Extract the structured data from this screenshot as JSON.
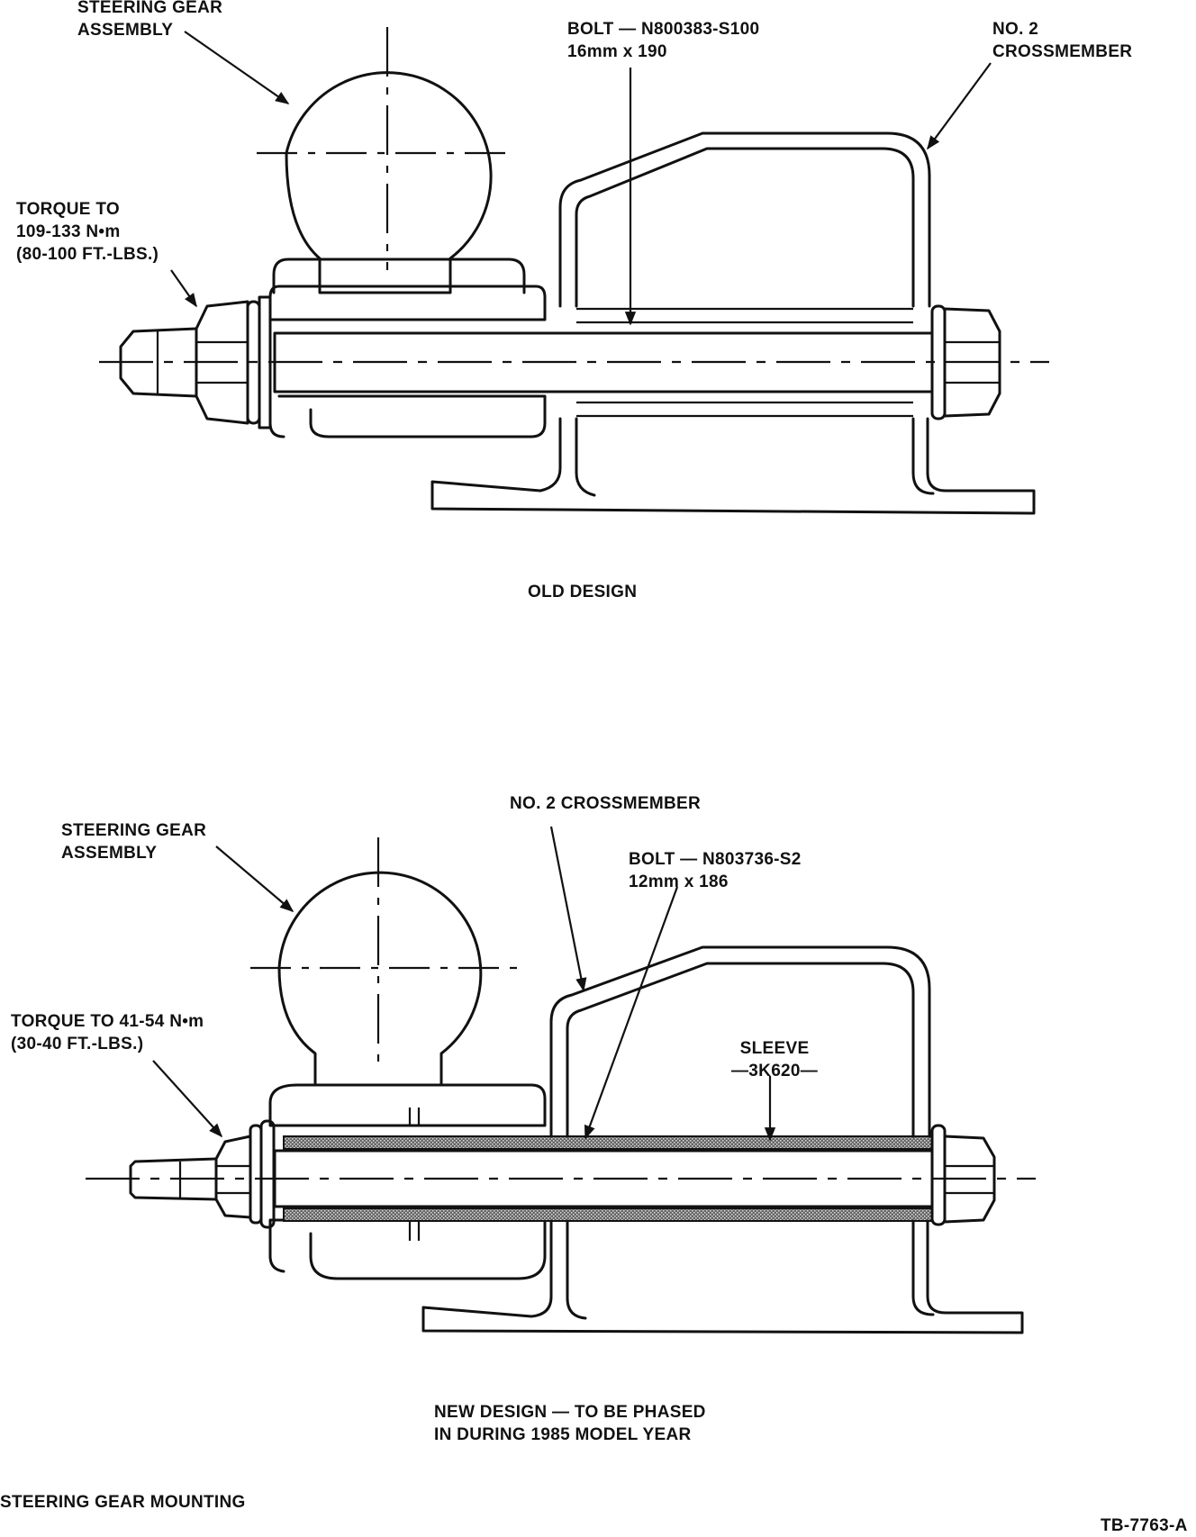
{
  "old_design": {
    "steering_gear_label": [
      "STEERING GEAR",
      "ASSEMBLY"
    ],
    "bolt_label": [
      "BOLT — N800383-S100",
      "16mm x 190"
    ],
    "crossmember_label": [
      "NO. 2",
      "CROSSMEMBER"
    ],
    "torque_label": [
      "TORQUE TO",
      "109-133 N•m",
      "(80-100 FT.-LBS.)"
    ],
    "caption": "OLD DESIGN"
  },
  "new_design": {
    "crossmember_label": "NO. 2 CROSSMEMBER",
    "steering_gear_label": [
      "STEERING GEAR",
      "ASSEMBLY"
    ],
    "bolt_label": [
      "BOLT — N803736-S2",
      "12mm x 186"
    ],
    "torque_label": [
      "TORQUE TO 41-54 N•m",
      "(30-40 FT.-LBS.)"
    ],
    "sleeve_label": [
      "SLEEVE",
      "—3K620—"
    ],
    "caption": [
      "NEW DESIGN — TO BE PHASED",
      "IN DURING 1985 MODEL YEAR"
    ]
  },
  "figure_title": "STEERING GEAR MOUNTING",
  "figure_id": "TB-7763-A"
}
